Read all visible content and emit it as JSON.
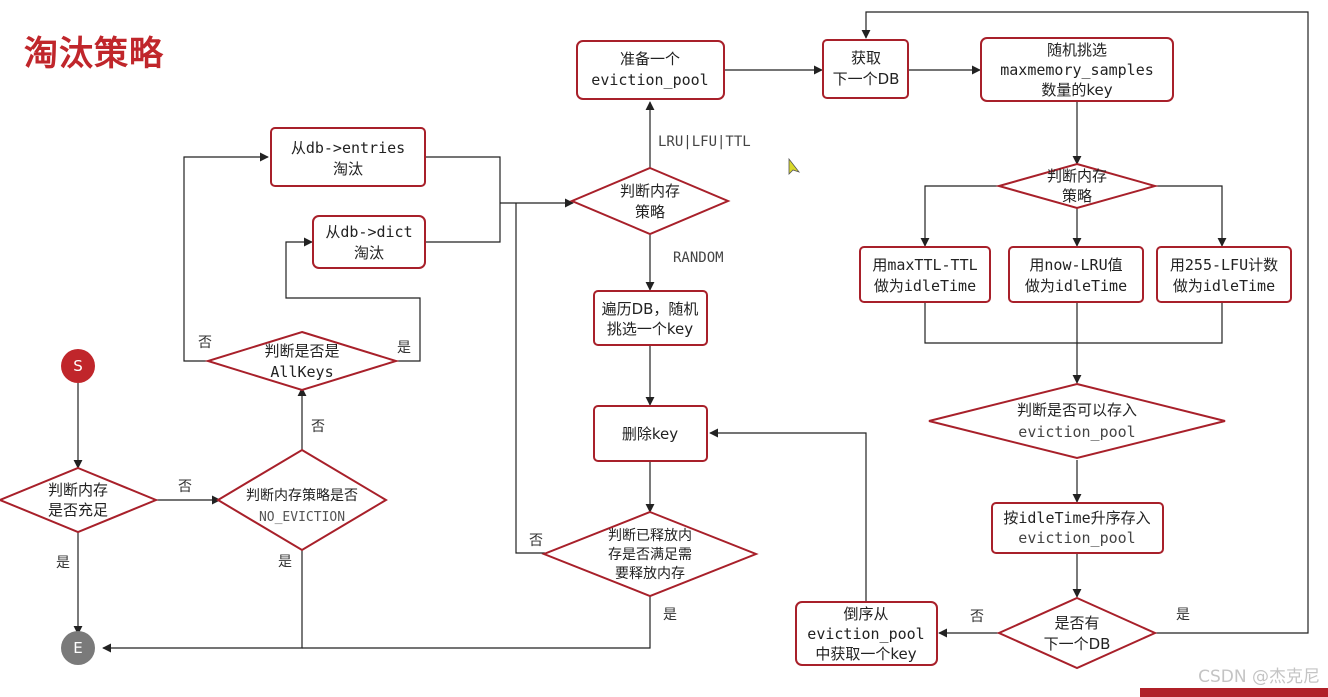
{
  "title": "淘汰策略",
  "watermark": "CSDN @杰克尼",
  "nodes": {
    "start": "S",
    "end": "E",
    "check_memory": [
      "判断内存",
      "是否充足"
    ],
    "check_no_eviction": [
      "判断内存策略是否",
      "NO_EVICTION"
    ],
    "check_allkeys": [
      "判断是否是",
      "AllKeys"
    ],
    "evict_entries": [
      "从db->entries",
      "淘汰"
    ],
    "evict_dict": [
      "从db->dict",
      "淘汰"
    ],
    "check_strategy": [
      "判断内存",
      "策略"
    ],
    "prepare_pool": [
      "准备一个",
      "eviction_pool"
    ],
    "traverse_db": [
      "遍历DB，随机",
      "挑选一个key"
    ],
    "delete_key": "删除key",
    "check_released": [
      "判断已释放内",
      "存是否满足需",
      "要释放内存"
    ],
    "get_next_db": [
      "获取",
      "下一个DB"
    ],
    "random_pick": [
      "随机挑选",
      "maxmemory_samples",
      "数量的key"
    ],
    "check_mem_strategy": [
      "判断内存",
      "策略"
    ],
    "use_ttl": [
      "用maxTTL-TTL",
      "做为idleTime"
    ],
    "use_lru": [
      "用now-LRU值",
      "做为idleTime"
    ],
    "use_lfu": [
      "用255-LFU计数",
      "做为idleTime"
    ],
    "check_can_store": [
      "判断是否可以存入",
      "eviction_pool"
    ],
    "store_sorted": [
      "按idleTime升序存入",
      "eviction_pool"
    ],
    "has_next_db": [
      "是否有",
      "下一个DB"
    ],
    "reverse_get": [
      "倒序从",
      "eviction_pool",
      "中获取一个key"
    ]
  },
  "edge_labels": {
    "no_1": "否",
    "yes_1": "是",
    "no_2": "否",
    "yes_2": "是",
    "no_3": "否",
    "yes_3": "是",
    "lru_lfu_ttl": "LRU|LFU|TTL",
    "random": "RANDOM",
    "no_4": "否",
    "yes_4": "是",
    "no_5": "否",
    "yes_5": "是"
  }
}
